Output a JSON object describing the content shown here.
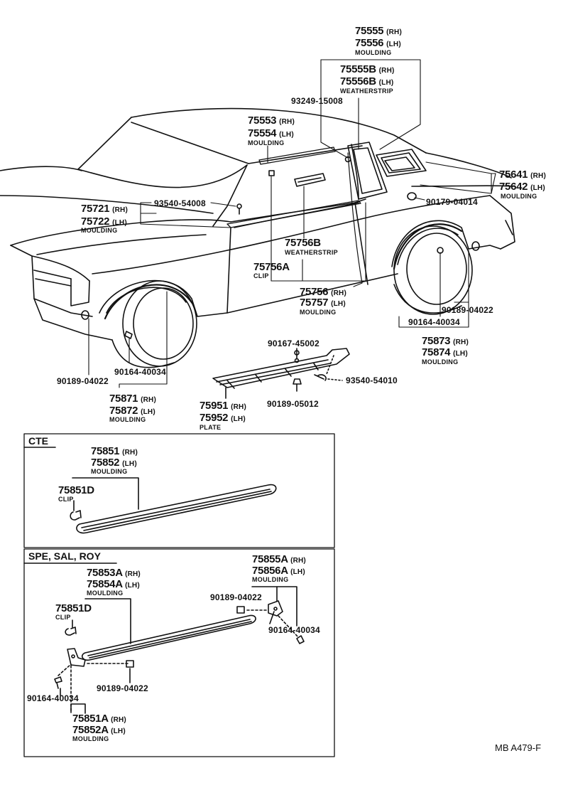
{
  "labels": {
    "p75555": "75555",
    "p75555_side": "(RH)",
    "p75556": "75556",
    "p75556_side": "(LH)",
    "p75556_name": "MOULDING",
    "p75555B": "75555B",
    "p75555B_side": "(RH)",
    "p75556B": "75556B",
    "p75556B_side": "(LH)",
    "p75556B_name": "WEATHERSTRIP",
    "p93249": "93249-15008",
    "p75553": "75553",
    "p75553_side": "(RH)",
    "p75554": "75554",
    "p75554_side": "(LH)",
    "p75554_name": "MOULDING",
    "p75641": "75641",
    "p75641_side": "(RH)",
    "p75642": "75642",
    "p75642_side": "(LH)",
    "p75642_name": "MOULDING",
    "p90179": "90179-04014",
    "p93540a": "93540-54008",
    "p75721": "75721",
    "p75721_side": "(RH)",
    "p75722": "75722",
    "p75722_side": "(LH)",
    "p75722_name": "MOULDING",
    "p75756B": "75756B",
    "p75756B_name": "WEATHERSTRIP",
    "p75756A": "75756A",
    "p75756A_name": "CLIP",
    "p75756": "75756",
    "p75756_side": "(RH)",
    "p75757": "75757",
    "p75757_side": "(LH)",
    "p75757_name": "MOULDING",
    "p90189a": "90189-04022",
    "p90164a": "90164-40034",
    "p75873": "75873",
    "p75873_side": "(RH)",
    "p75874": "75874",
    "p75874_side": "(LH)",
    "p75874_name": "MOULDING",
    "p90167": "90167-45002",
    "p93540b": "93540-54010",
    "p90189b": "90189-05012",
    "p75951": "75951",
    "p75951_side": "(RH)",
    "p75952": "75952",
    "p75952_side": "(LH)",
    "p75952_name": "PLATE",
    "p90164b": "90164-40034",
    "p90189c": "90189-04022",
    "p75871": "75871",
    "p75871_side": "(RH)",
    "p75872": "75872",
    "p75872_side": "(LH)",
    "p75872_name": "MOULDING",
    "cte_header": "CTE",
    "p75851": "75851",
    "p75851_side": "(RH)",
    "p75852": "75852",
    "p75852_side": "(LH)",
    "p75852_name": "MOULDING",
    "p75851D_a": "75851D",
    "p75851D_a_name": "CLIP",
    "spe_header": "SPE, SAL, ROY",
    "p75853A": "75853A",
    "p75853A_side": "(RH)",
    "p75854A": "75854A",
    "p75854A_side": "(LH)",
    "p75854A_name": "MOULDING",
    "p75855A": "75855A",
    "p75855A_side": "(RH)",
    "p75856A": "75856A",
    "p75856A_side": "(LH)",
    "p75856A_name": "MOULDING",
    "p90189d": "90189-04022",
    "p90164c": "90164-40034",
    "p75851D_b": "75851D",
    "p75851D_b_name": "CLIP",
    "p90164d": "90164-40034",
    "p90189e": "90189-04022",
    "p75851A": "75851A",
    "p75851A_side": "(RH)",
    "p75852A": "75852A",
    "p75852A_side": "(LH)",
    "p75852A_name": "MOULDING",
    "footer_code": "MB  A479-F"
  }
}
